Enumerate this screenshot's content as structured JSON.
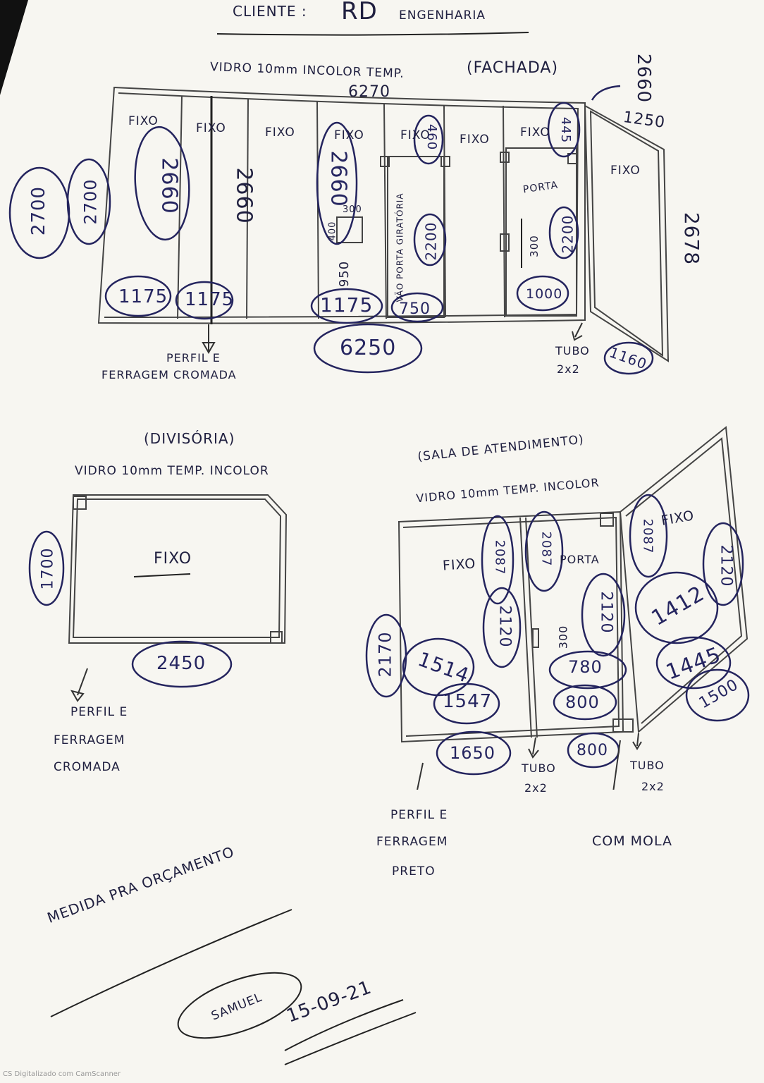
{
  "header": {
    "client_label": "CLIENTE :",
    "client_name": "RD",
    "client_suffix": "ENGENHARIA"
  },
  "fachada": {
    "glass_spec": "VIDRO 10mm INCOLOR TEMP.",
    "section_label": "(FACHADA)",
    "total_top": "6270",
    "total_bottom": "6250",
    "height_left_outer": "2700",
    "height_left_inner": "2700",
    "panels": [
      {
        "label": "FIXO",
        "height": "2660",
        "width": "1175"
      },
      {
        "label": "FIXO",
        "height": "2660",
        "width": "1175"
      },
      {
        "label": "FIXO"
      },
      {
        "label": "FIXO",
        "height": "2660",
        "width": "1175",
        "opening_w": "300",
        "opening_h": "400",
        "sill": "950"
      },
      {
        "label": "FIXO",
        "top_height": "460",
        "door_label": "VÃO PORTA GIRATÓRIA",
        "door_height": "2200",
        "width": "750"
      },
      {
        "label": "FIXO"
      },
      {
        "label": "FIXO",
        "top_height": "445",
        "door_label": "PORTA",
        "handle": "300",
        "door_height": "2200",
        "width": "1000"
      }
    ],
    "side_panel": {
      "label": "FIXO",
      "height_top": "2660",
      "depth": "1250",
      "height_right": "2678",
      "width": "1160"
    },
    "tube_label": "TUBO",
    "tube_size": "2x2",
    "finish_note": [
      "PERFIL E",
      "FERRAGEM CROMADA"
    ]
  },
  "divisoria": {
    "section_label": "(DIVISÓRIA)",
    "glass_spec": "VIDRO 10mm TEMP. INCOLOR",
    "panel_label": "FIXO",
    "height": "1700",
    "width": "2450",
    "finish_note": [
      "PERFIL E",
      "FERRAGEM",
      "CROMADA"
    ]
  },
  "sala": {
    "section_label": "(SALA DE ATENDIMENTO)",
    "glass_spec": "VIDRO 10mm TEMP. INCOLOR",
    "left_panel": {
      "label": "FIXO",
      "height_outer": "2170",
      "height_a": "2087",
      "height_b": "2120",
      "width_a": "1514",
      "width_b": "1547",
      "width_bottom": "1650"
    },
    "door_panel": {
      "label": "PORTA",
      "height_a": "2087",
      "height_b": "2120",
      "handle": "300",
      "width_a": "780",
      "width_b": "800",
      "width_bottom": "800"
    },
    "right_panel": {
      "label": "FIXO",
      "height_a": "2087",
      "height_b": "2120",
      "width_a": "1412",
      "width_b": "1445",
      "width_bottom": "1500"
    },
    "tube_label": "TUBO",
    "tube_size": "2x2",
    "spring_note": "COM MOLA",
    "finish_note": [
      "PERFIL E",
      "FERRAGEM",
      "PRETO"
    ]
  },
  "footer": {
    "note": "MEDIDA PRA ORÇAMENTO",
    "signature": "SAMUEL",
    "date": "15-09-21"
  },
  "scan_watermark": "CS Digitalizado com CamScanner",
  "colors": {
    "ink": "#252560",
    "pencil": "#2a2a2a",
    "paper": "#f7f6f1"
  }
}
